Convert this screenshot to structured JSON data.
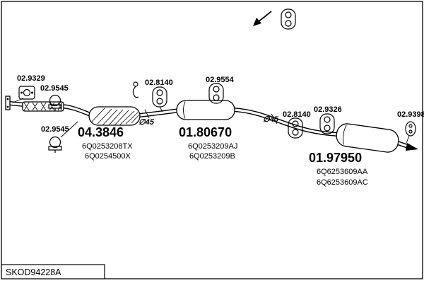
{
  "page": {
    "code": "SKOD94228A"
  },
  "small_parts": [
    {
      "label": "02.9329",
      "icon": "flange-gasket-icon"
    },
    {
      "label": "02.9545",
      "icon": "clamp-icon"
    },
    {
      "label": "02.8140",
      "icon": "rubber-hanger-icon"
    },
    {
      "label": "02.9554",
      "icon": "rubber-hanger-icon"
    },
    {
      "label": "02.9545",
      "icon": "clamp-icon"
    },
    {
      "label": "02.8140",
      "icon": "rubber-hanger-icon"
    },
    {
      "label": "02.9326",
      "icon": "rubber-hanger-icon"
    },
    {
      "label": "02.9398",
      "icon": "gasket-ring-icon"
    }
  ],
  "assemblies": [
    {
      "number": "04.3846",
      "oe_refs": [
        "6Q0253208TX",
        "6Q0254500X"
      ]
    },
    {
      "number": "01.80670",
      "oe_refs": [
        "6Q0253209AJ",
        "6Q0253209B"
      ]
    },
    {
      "number": "01.97950",
      "oe_refs": [
        "6Q6253609AA",
        "6Q6253609AC"
      ]
    }
  ],
  "annotations": {
    "diameter_front": "∅45",
    "diameter_rear": "∅45"
  }
}
